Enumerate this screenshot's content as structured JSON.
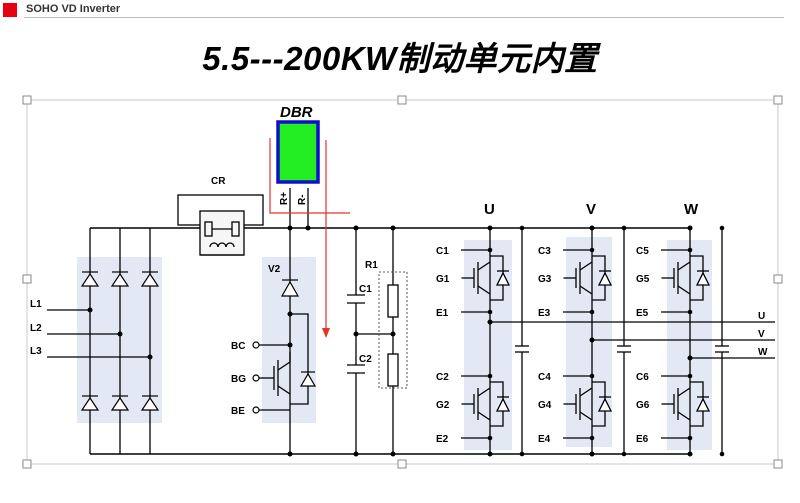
{
  "header": {
    "brand": "SOHO VD Inverter",
    "brand_color": "#e60012"
  },
  "title": "5.5---200KW制动单元内置",
  "diagram": {
    "dbr": {
      "label": "DBR",
      "fill": "#22ee22",
      "border": "#1010c8",
      "pins": [
        "R+",
        "R-"
      ]
    },
    "cr_label": "CR",
    "v2_label": "V2",
    "r1_label": "R1",
    "caps": [
      "C1",
      "C2"
    ],
    "inputs": [
      "L1",
      "L2",
      "L3"
    ],
    "brake_terminals": [
      "BC",
      "BG",
      "BE"
    ],
    "phases": [
      {
        "name": "U",
        "upper": [
          "C1",
          "G1",
          "E1"
        ],
        "lower": [
          "C2",
          "G2",
          "E2"
        ]
      },
      {
        "name": "V",
        "upper": [
          "C3",
          "G3",
          "E3"
        ],
        "lower": [
          "C4",
          "G4",
          "E4"
        ]
      },
      {
        "name": "W",
        "upper": [
          "C5",
          "G5",
          "E5"
        ],
        "lower": [
          "C6",
          "G6",
          "E6"
        ]
      }
    ],
    "outputs": [
      "U",
      "V",
      "W"
    ],
    "colors": {
      "module_shade": "#e3e9f4",
      "feedback_line": "#e8332a"
    }
  }
}
